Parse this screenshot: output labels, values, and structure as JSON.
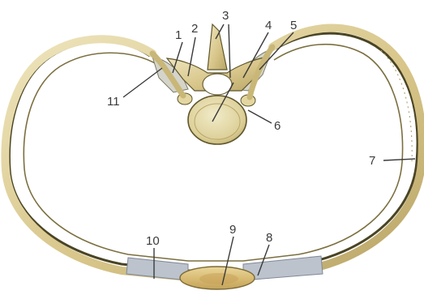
{
  "callouts": [
    {
      "id": "1",
      "text": "1"
    },
    {
      "id": "2",
      "text": "2"
    },
    {
      "id": "3",
      "text": "3"
    },
    {
      "id": "4",
      "text": "4"
    },
    {
      "id": "5",
      "text": "5"
    },
    {
      "id": "6",
      "text": "6"
    },
    {
      "id": "7",
      "text": "7"
    },
    {
      "id": "8",
      "text": "8"
    },
    {
      "id": "9",
      "text": "9"
    },
    {
      "id": "10",
      "text": "10"
    },
    {
      "id": "11",
      "text": "11"
    }
  ],
  "colors": {
    "bone": "#d8c68a",
    "bone_light": "#ede3b8",
    "bone_edge": "#6d6134",
    "bone_dark": "#3f3a1e",
    "cartilage": "#b9bfc9",
    "cartilage_edge": "#808896",
    "sternum": "#dcc27a",
    "sternum_core": "#c9a457",
    "ligament": "#cfd0c7",
    "label": "#3a3a3a"
  }
}
